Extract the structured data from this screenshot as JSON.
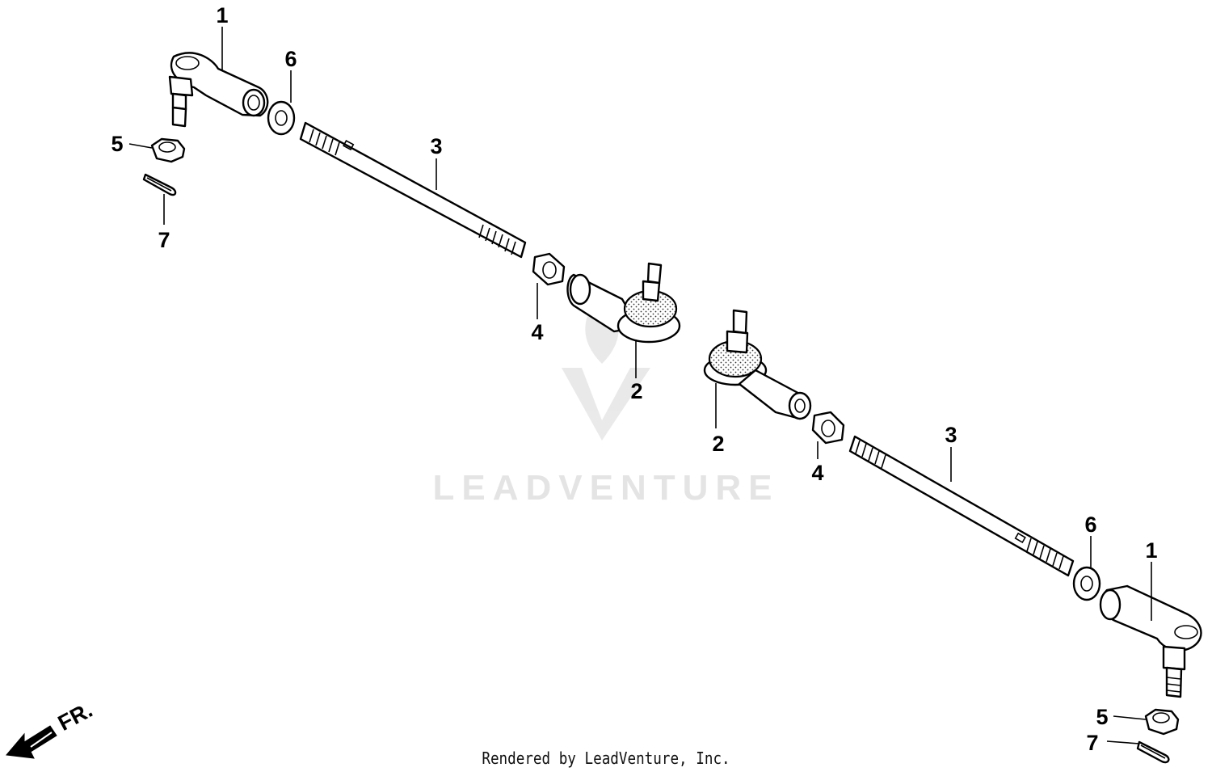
{
  "watermark": {
    "brand": "LEADVENTURE"
  },
  "footer": {
    "text": "Rendered by LeadVenture, Inc."
  },
  "direction": {
    "label": "FR."
  },
  "callouts": {
    "c1a": "1",
    "c6a": "6",
    "c5a": "5",
    "c7a": "7",
    "c3a": "3",
    "c4a": "4",
    "c2a": "2",
    "c2b": "2",
    "c4b": "4",
    "c3b": "3",
    "c6b": "6",
    "c1b": "1",
    "c5b": "5",
    "c7b": "7"
  }
}
